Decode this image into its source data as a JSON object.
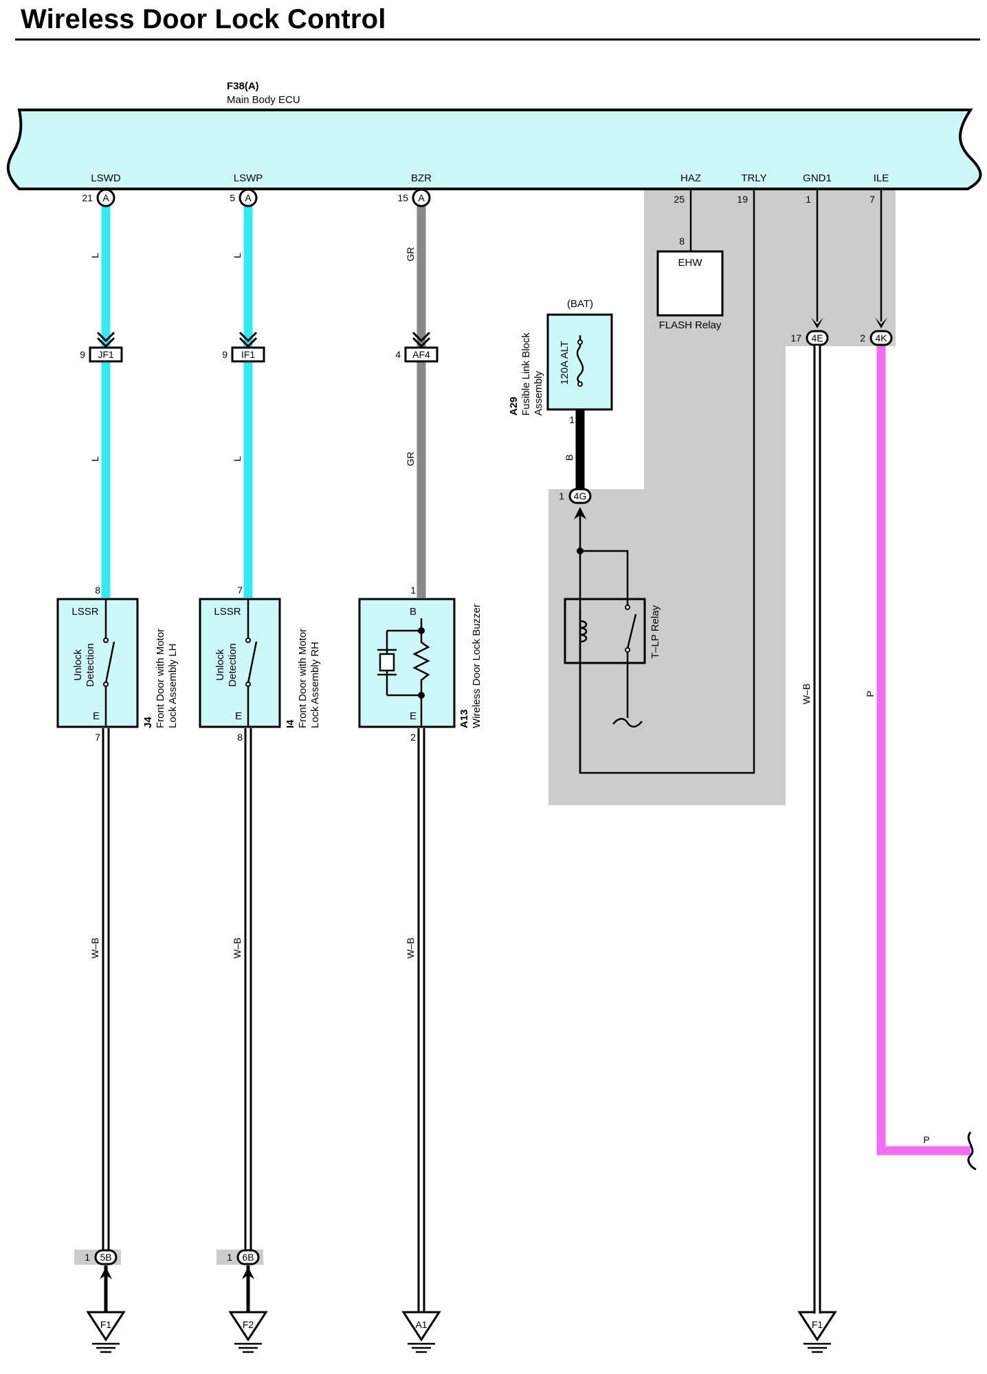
{
  "title": "Wireless Door Lock Control",
  "ecu": {
    "code": "F38(A)",
    "name": "Main Body ECU",
    "terminals": [
      {
        "name": "LSWD",
        "pin": "21",
        "conn": "A"
      },
      {
        "name": "LSWP",
        "pin": "5",
        "conn": "A"
      },
      {
        "name": "BZR",
        "pin": "15",
        "conn": "A"
      },
      {
        "name": "HAZ",
        "pin": "25"
      },
      {
        "name": "TRLY",
        "pin": "19"
      },
      {
        "name": "GND1",
        "pin": "1"
      },
      {
        "name": "ILE",
        "pin": "7"
      }
    ]
  },
  "wire_colors": {
    "L": "#33eaf2",
    "GR": "#888888",
    "B": "#000000",
    "W-B": "#ffffff",
    "P": "#f56cf0",
    "component_fill": "#ccf8f8",
    "shade": "#cccccc"
  },
  "wire_labels": {
    "l": "L",
    "gr": "GR",
    "b": "B",
    "wb": "W–B",
    "p": "P"
  },
  "junctions": [
    {
      "pin": "9",
      "name": "JF1"
    },
    {
      "pin": "9",
      "name": "IF1"
    },
    {
      "pin": "4",
      "name": "AF4"
    }
  ],
  "inline_connectors": [
    {
      "pin": "17",
      "name": "4E"
    },
    {
      "pin": "2",
      "name": "4K"
    },
    {
      "pin": "1",
      "name": "4G"
    },
    {
      "pin": "1",
      "name": "5B"
    },
    {
      "pin": "1",
      "name": "6B"
    }
  ],
  "components": {
    "j4": {
      "code": "J4",
      "name_line1": "Front Door with Motor",
      "name_line2": "Lock Assembly LH",
      "top_terminal": "LSSR",
      "bottom_terminal": "E",
      "pin_top": "8",
      "pin_bottom": "7",
      "function_line1": "Unlock",
      "function_line2": "Detection"
    },
    "i4": {
      "code": "I4",
      "name_line1": "Front Door with Motor",
      "name_line2": "Lock Assembly RH",
      "top_terminal": "LSSR",
      "bottom_terminal": "E",
      "pin_top": "7",
      "pin_bottom": "8",
      "function_line1": "Unlock",
      "function_line2": "Detection"
    },
    "a13": {
      "code": "A13",
      "name": "Wireless Door Lock Buzzer",
      "top_terminal": "B",
      "bottom_terminal": "E",
      "pin_top": "1",
      "pin_bottom": "2"
    },
    "a29": {
      "code": "A29",
      "name_line1": "Fusible Link Block",
      "name_line2": "Assembly",
      "source": "(BAT)",
      "fuse": "120A ALT",
      "pin": "1"
    },
    "flash_relay": {
      "terminal": "EHW",
      "name": "FLASH Relay",
      "pin": "8"
    },
    "tlp_relay": {
      "name": "T–LP Relay"
    }
  },
  "grounds": [
    "F1",
    "F2",
    "A1",
    "F1"
  ]
}
